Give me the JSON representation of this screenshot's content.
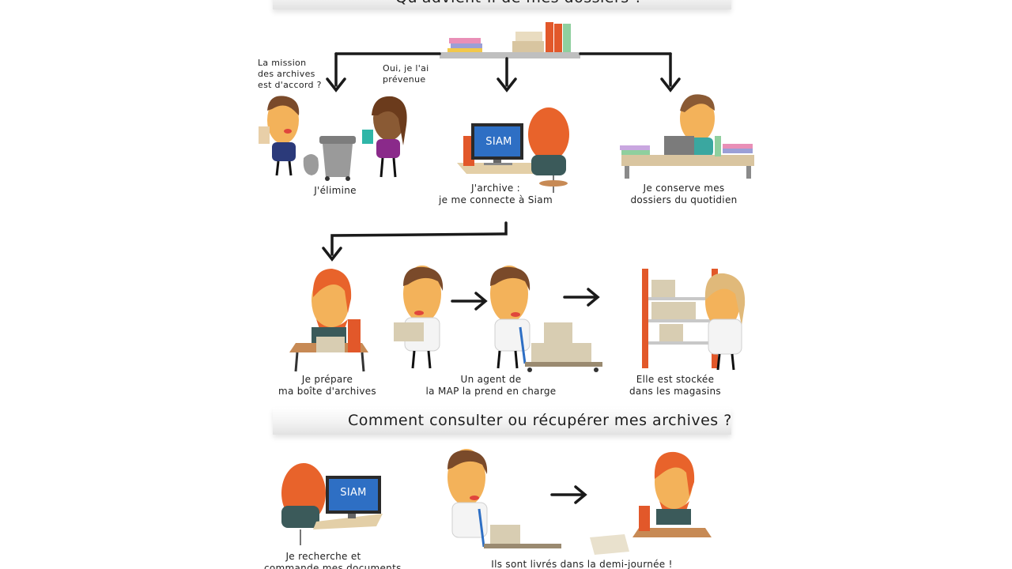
{
  "header": {
    "top_banner_title": "Qu'advient-il de mes dossiers ?",
    "middle_banner_title": "Comment consulter ou récupérer mes archives ?"
  },
  "row1": {
    "dialog_question": "La mission\ndes archives\nest d'accord ?",
    "dialog_answer": "Oui, je l'ai\nprévenue",
    "eliminate_caption": "J'élimine",
    "archive_caption": "J'archive :\nje me connecte à Siam",
    "keep_caption": "Je conserve mes\ndossiers du quotidien",
    "screen_label": "SIAM"
  },
  "row2": {
    "prepare_caption": "Je prépare\nma boîte d'archives",
    "agent_caption": "Un agent de\nla MAP la prend en charge",
    "stored_caption": "Elle est stockée\ndans les magasins"
  },
  "row3": {
    "search_caption": "Je recherche et\ncommande mes documents",
    "screen_label": "SIAM",
    "delivered_caption": "Ils sont livrés dans la demi-journée !"
  },
  "colors": {
    "arrow": "#1a1a1a",
    "skin": "#f3b25a",
    "red_hair": "#e8632b",
    "brown_hair": "#7a4a2a",
    "box": "#d8cdb2",
    "desk": "#c78a55",
    "shelf_red": "#e2582a",
    "screen": "#2e6fc4"
  }
}
